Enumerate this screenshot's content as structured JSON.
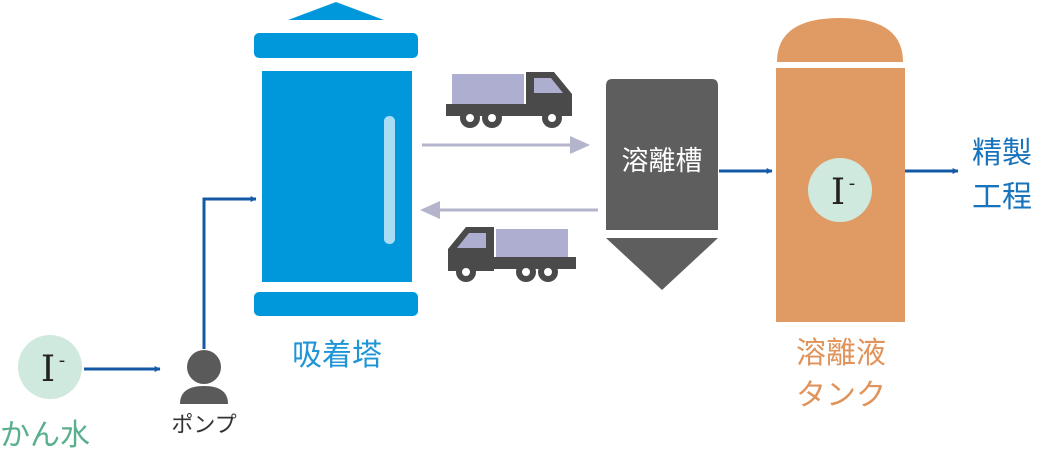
{
  "colors": {
    "tower": "#0098DB",
    "tower_text": "#1E95D6",
    "window": "#A8DDF3",
    "elution_tank": "#5E5E5E",
    "solution_tank": "#E09A64",
    "solution_text": "#E0935A",
    "flow_arrow": "#1459A6",
    "truck_arrow": "#B4B4CC",
    "truck_body": "#4A4A4A",
    "truck_cargo": "#AEAED0",
    "ion_circle": "#CFE9DE",
    "brine_text": "#5AAF8C",
    "pump": "#5A5A5A",
    "refine_text": "#1673BC"
  },
  "labels": {
    "brine": "かん水",
    "pump": "ポンプ",
    "tower": "吸着塔",
    "elution_tank": "溶離槽",
    "solution_tank_line1": "溶離液",
    "solution_tank_line2": "タンク",
    "refine_line1": "精製",
    "refine_line2": "工程",
    "ion_symbol": "I",
    "ion_charge": "-"
  },
  "icons": {
    "brine_ion": "iodide-ion-icon",
    "pump": "pump-person-icon",
    "truck_right": "truck-icon",
    "truck_left": "truck-icon",
    "solution_ion": "iodide-ion-icon"
  }
}
